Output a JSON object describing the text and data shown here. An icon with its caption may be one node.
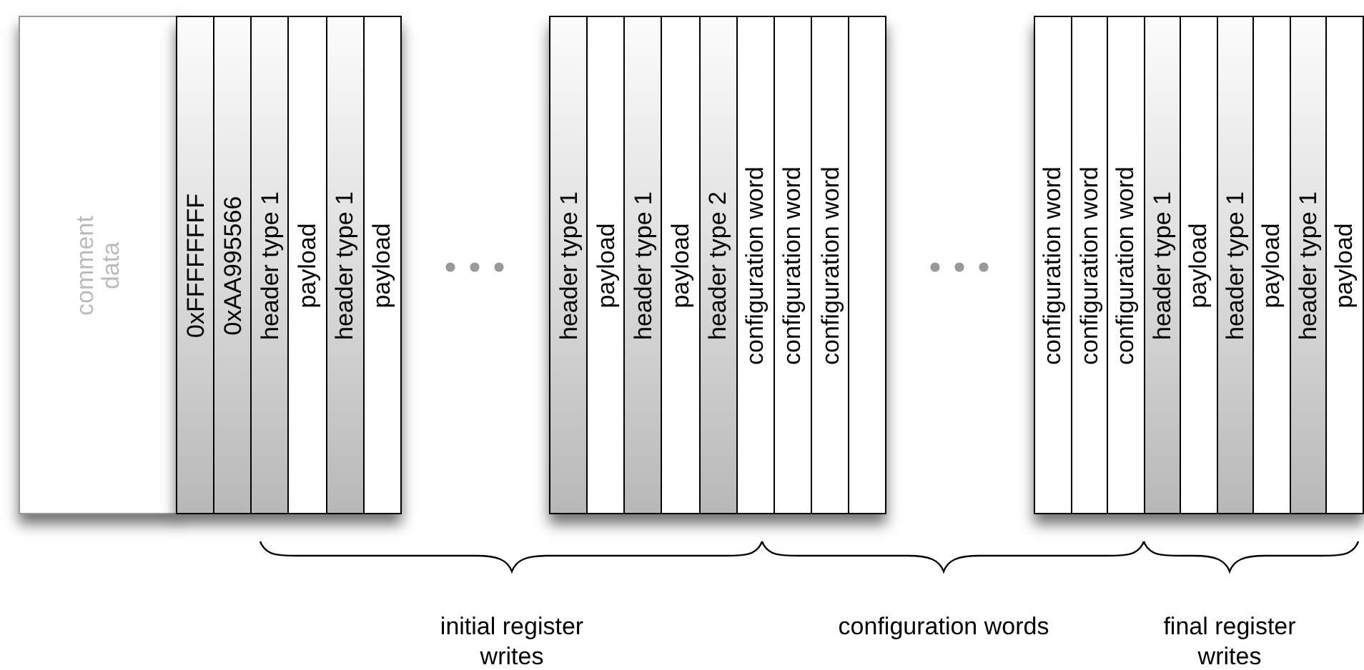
{
  "diagram": {
    "nodes": [
      {
        "text": [
          "comment data"
        ]
      },
      {
        "text": [],
        "shape": "box"
      },
      {
        "text": [
          "0xFFFFFFFF"
        ],
        "in": 1
      },
      {
        "text": [
          "0xAA995566"
        ],
        "in": 1
      },
      {
        "text": [
          "header type 1"
        ],
        "in": 1
      },
      {
        "text": [
          "payload"
        ],
        "in": 1
      },
      {
        "text": [
          "header type 1"
        ],
        "in": 1
      },
      {
        "text": [
          "payload"
        ],
        "in": 1
      },
      {
        "text": [],
        "shape": "box"
      },
      {
        "text": [
          "header type 1"
        ],
        "in": 8
      },
      {
        "text": [
          "payload"
        ],
        "in": 8
      },
      {
        "text": [
          "header type 1"
        ],
        "in": 8
      },
      {
        "text": [
          "payload"
        ],
        "in": 8
      },
      {
        "text": [
          "header type 2"
        ],
        "in": 8
      },
      {
        "text": [
          "configuration word"
        ],
        "in": 8
      },
      {
        "text": [
          "configuration word"
        ],
        "in": 8
      },
      {
        "text": [
          "configuration word"
        ],
        "in": 8
      },
      {
        "text": [],
        "shape": "box"
      },
      {
        "text": [
          "configuration word"
        ],
        "in": 17
      },
      {
        "text": [
          "configuration word"
        ],
        "in": 17
      },
      {
        "text": [
          "configuration word"
        ],
        "in": 17
      },
      {
        "text": [
          "header type 1"
        ],
        "in": 17
      },
      {
        "text": [
          "payload"
        ],
        "in": 17
      },
      {
        "text": [
          "header type 1"
        ],
        "in": 17
      },
      {
        "text": [
          "payload"
        ],
        "in": 17
      },
      {
        "text": [
          "header type 1"
        ],
        "in": 17
      },
      {
        "text": [
          "payload"
        ],
        "in": 17
      }
    ],
    "labels": [
      "initial register writes",
      "configuration words",
      "final register writes"
    ]
  }
}
